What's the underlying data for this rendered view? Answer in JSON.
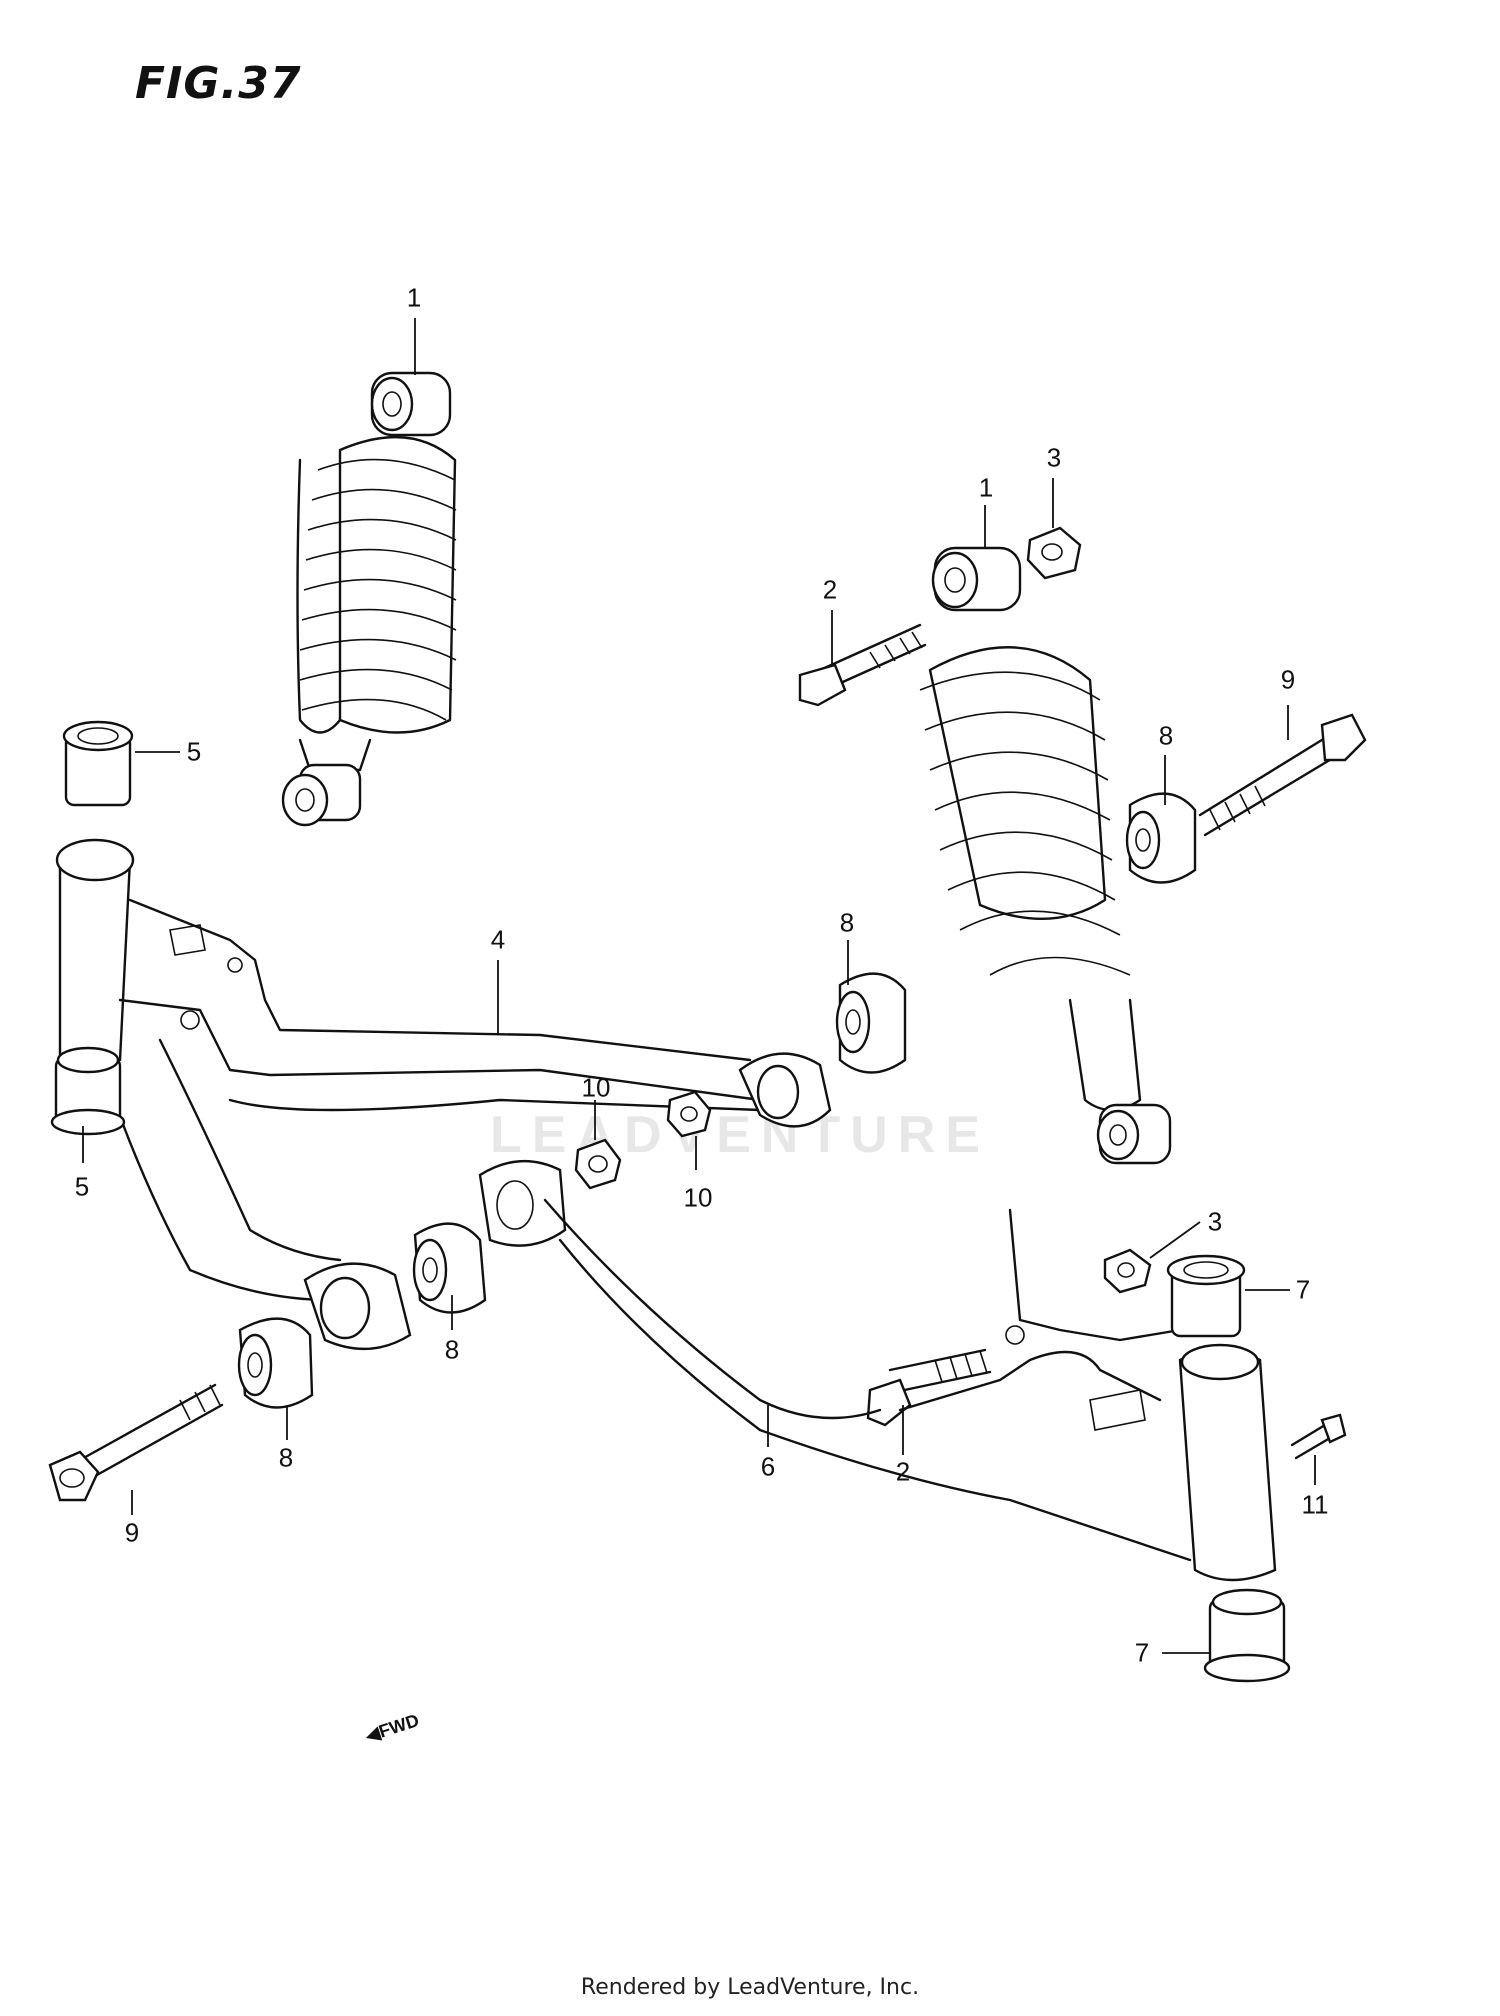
{
  "figure": {
    "title": "FIG.37"
  },
  "footer": {
    "text": "Rendered by LeadVenture, Inc."
  },
  "watermark": {
    "text": "LEADVENTURE",
    "color": "#000000"
  },
  "direction_mark": {
    "label": "FWD",
    "icon": "forward-arrow-icon"
  },
  "callouts": [
    {
      "id": "c1a",
      "label": "1"
    },
    {
      "id": "c1b",
      "label": "1"
    },
    {
      "id": "c2a",
      "label": "2"
    },
    {
      "id": "c2b",
      "label": "2"
    },
    {
      "id": "c3a",
      "label": "3"
    },
    {
      "id": "c3b",
      "label": "3"
    },
    {
      "id": "c4",
      "label": "4"
    },
    {
      "id": "c5a",
      "label": "5"
    },
    {
      "id": "c5b",
      "label": "5"
    },
    {
      "id": "c6",
      "label": "6"
    },
    {
      "id": "c7a",
      "label": "7"
    },
    {
      "id": "c7b",
      "label": "7"
    },
    {
      "id": "c8a",
      "label": "8"
    },
    {
      "id": "c8b",
      "label": "8"
    },
    {
      "id": "c8c",
      "label": "8"
    },
    {
      "id": "c8d",
      "label": "8"
    },
    {
      "id": "c9a",
      "label": "9"
    },
    {
      "id": "c9b",
      "label": "9"
    },
    {
      "id": "c10a",
      "label": "10"
    },
    {
      "id": "c10b",
      "label": "10"
    },
    {
      "id": "c11",
      "label": "11"
    }
  ]
}
